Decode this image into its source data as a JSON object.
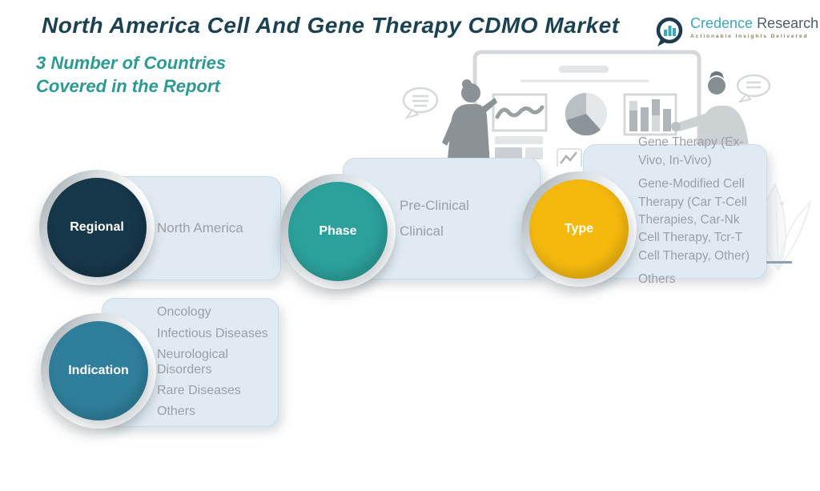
{
  "header": {
    "title": "North America Cell And Gene Therapy CDMO Market",
    "subtitle": {
      "line1": "3 Number of Countries",
      "line2": "Covered in the Report"
    },
    "logo": {
      "brand_primary": "Credence",
      "brand_secondary": "Research",
      "tagline": "Actionable Insights Delivered"
    }
  },
  "groups": [
    {
      "id": "regional",
      "label": "Regional",
      "color": "#17374a",
      "items": [
        "North America"
      ]
    },
    {
      "id": "phase",
      "label": "Phase",
      "color": "#2ca09b",
      "items": [
        "Pre-Clinical",
        "Clinical"
      ]
    },
    {
      "id": "type",
      "label": "Type",
      "color": "#f5b90e",
      "items": [
        "Gene Therapy (Ex-Vivo, In-Vivo)",
        "Gene-Modified Cell Therapy (Car T-Cell Therapies, Car-Nk Cell Therapy, Tcr-T Cell Therapy, Other)",
        "Others"
      ]
    },
    {
      "id": "indication",
      "label": "Indication",
      "color": "#2f7f9c",
      "items": [
        "Oncology",
        "Infectious Diseases",
        "Neurological Disorders",
        "Rare Diseases",
        "Others"
      ]
    }
  ],
  "colors": {
    "title": "#1b4252",
    "subtitle": "#2a9a93",
    "card_bg": "#dfeaf2",
    "card_text": "#9aa0a5",
    "logo_primary": "#3ba8bf",
    "logo_secondary": "#4d5d68"
  }
}
